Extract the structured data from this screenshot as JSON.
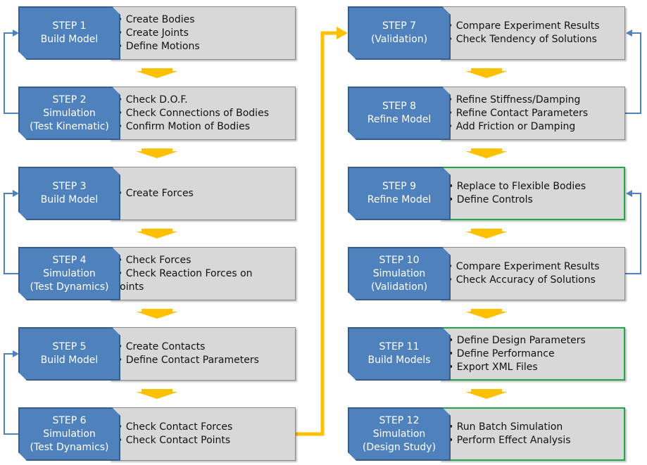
{
  "colors": {
    "title_fill": "#4f81bd",
    "title_border": "#385d8a",
    "desc_fill": "#d8d8d8",
    "desc_border": "#8a8a8a",
    "validated_border": "#1ea84a",
    "down_arrow": "#ffc000",
    "feedback_line": "#4f81bd"
  },
  "steps": [
    {
      "id": 1,
      "title": [
        "STEP 1",
        "Build Model"
      ],
      "items": [
        "• Create Bodies",
        "• Create Joints",
        "• Define Motions"
      ]
    },
    {
      "id": 2,
      "title": [
        "STEP 2",
        "Simulation",
        "(Test Kinematic)"
      ],
      "items": [
        "• Check D.O.F.",
        "• Check Connections of Bodies",
        "• Confirm Motion of Bodies"
      ]
    },
    {
      "id": 3,
      "title": [
        "STEP 3",
        "Build Model"
      ],
      "items": [
        "• Create Forces"
      ]
    },
    {
      "id": 4,
      "title": [
        "STEP 4",
        "Simulation",
        "(Test Dynamics)"
      ],
      "items": [
        "• Check Forces",
        "• Check Reaction Forces on Joints"
      ]
    },
    {
      "id": 5,
      "title": [
        "STEP 5",
        "Build Model"
      ],
      "items": [
        "• Create Contacts",
        "• Define Contact Parameters"
      ]
    },
    {
      "id": 6,
      "title": [
        "STEP 6",
        "Simulation",
        "(Test Dynamics)"
      ],
      "items": [
        "• Check Contact Forces",
        "• Check Contact Points"
      ]
    },
    {
      "id": 7,
      "title": [
        "STEP 7",
        "(Validation)"
      ],
      "items": [
        "• Compare Experiment Results",
        "• Check Tendency of Solutions"
      ]
    },
    {
      "id": 8,
      "title": [
        "STEP 8",
        "Refine Model"
      ],
      "items": [
        "• Refine Stiffness/Damping",
        "• Refine Contact Parameters",
        "• Add Friction or Damping"
      ]
    },
    {
      "id": 9,
      "title": [
        "STEP 9",
        "Refine Model"
      ],
      "items": [
        "• Replace to Flexible Bodies",
        "• Define Controls"
      ]
    },
    {
      "id": 10,
      "title": [
        "STEP 10",
        "Simulation",
        "(Validation)"
      ],
      "items": [
        "• Compare Experiment Results",
        "• Check Accuracy of Solutions"
      ]
    },
    {
      "id": 11,
      "title": [
        "STEP 11",
        "Build Models"
      ],
      "items": [
        "• Define Design Parameters",
        "• Define Performance",
        "• Export XML Files"
      ]
    },
    {
      "id": 12,
      "title": [
        "STEP 12",
        "Simulation",
        "(Design Study)"
      ],
      "items": [
        "• Run Batch Simulation",
        "• Perform Effect Analysis"
      ]
    }
  ]
}
